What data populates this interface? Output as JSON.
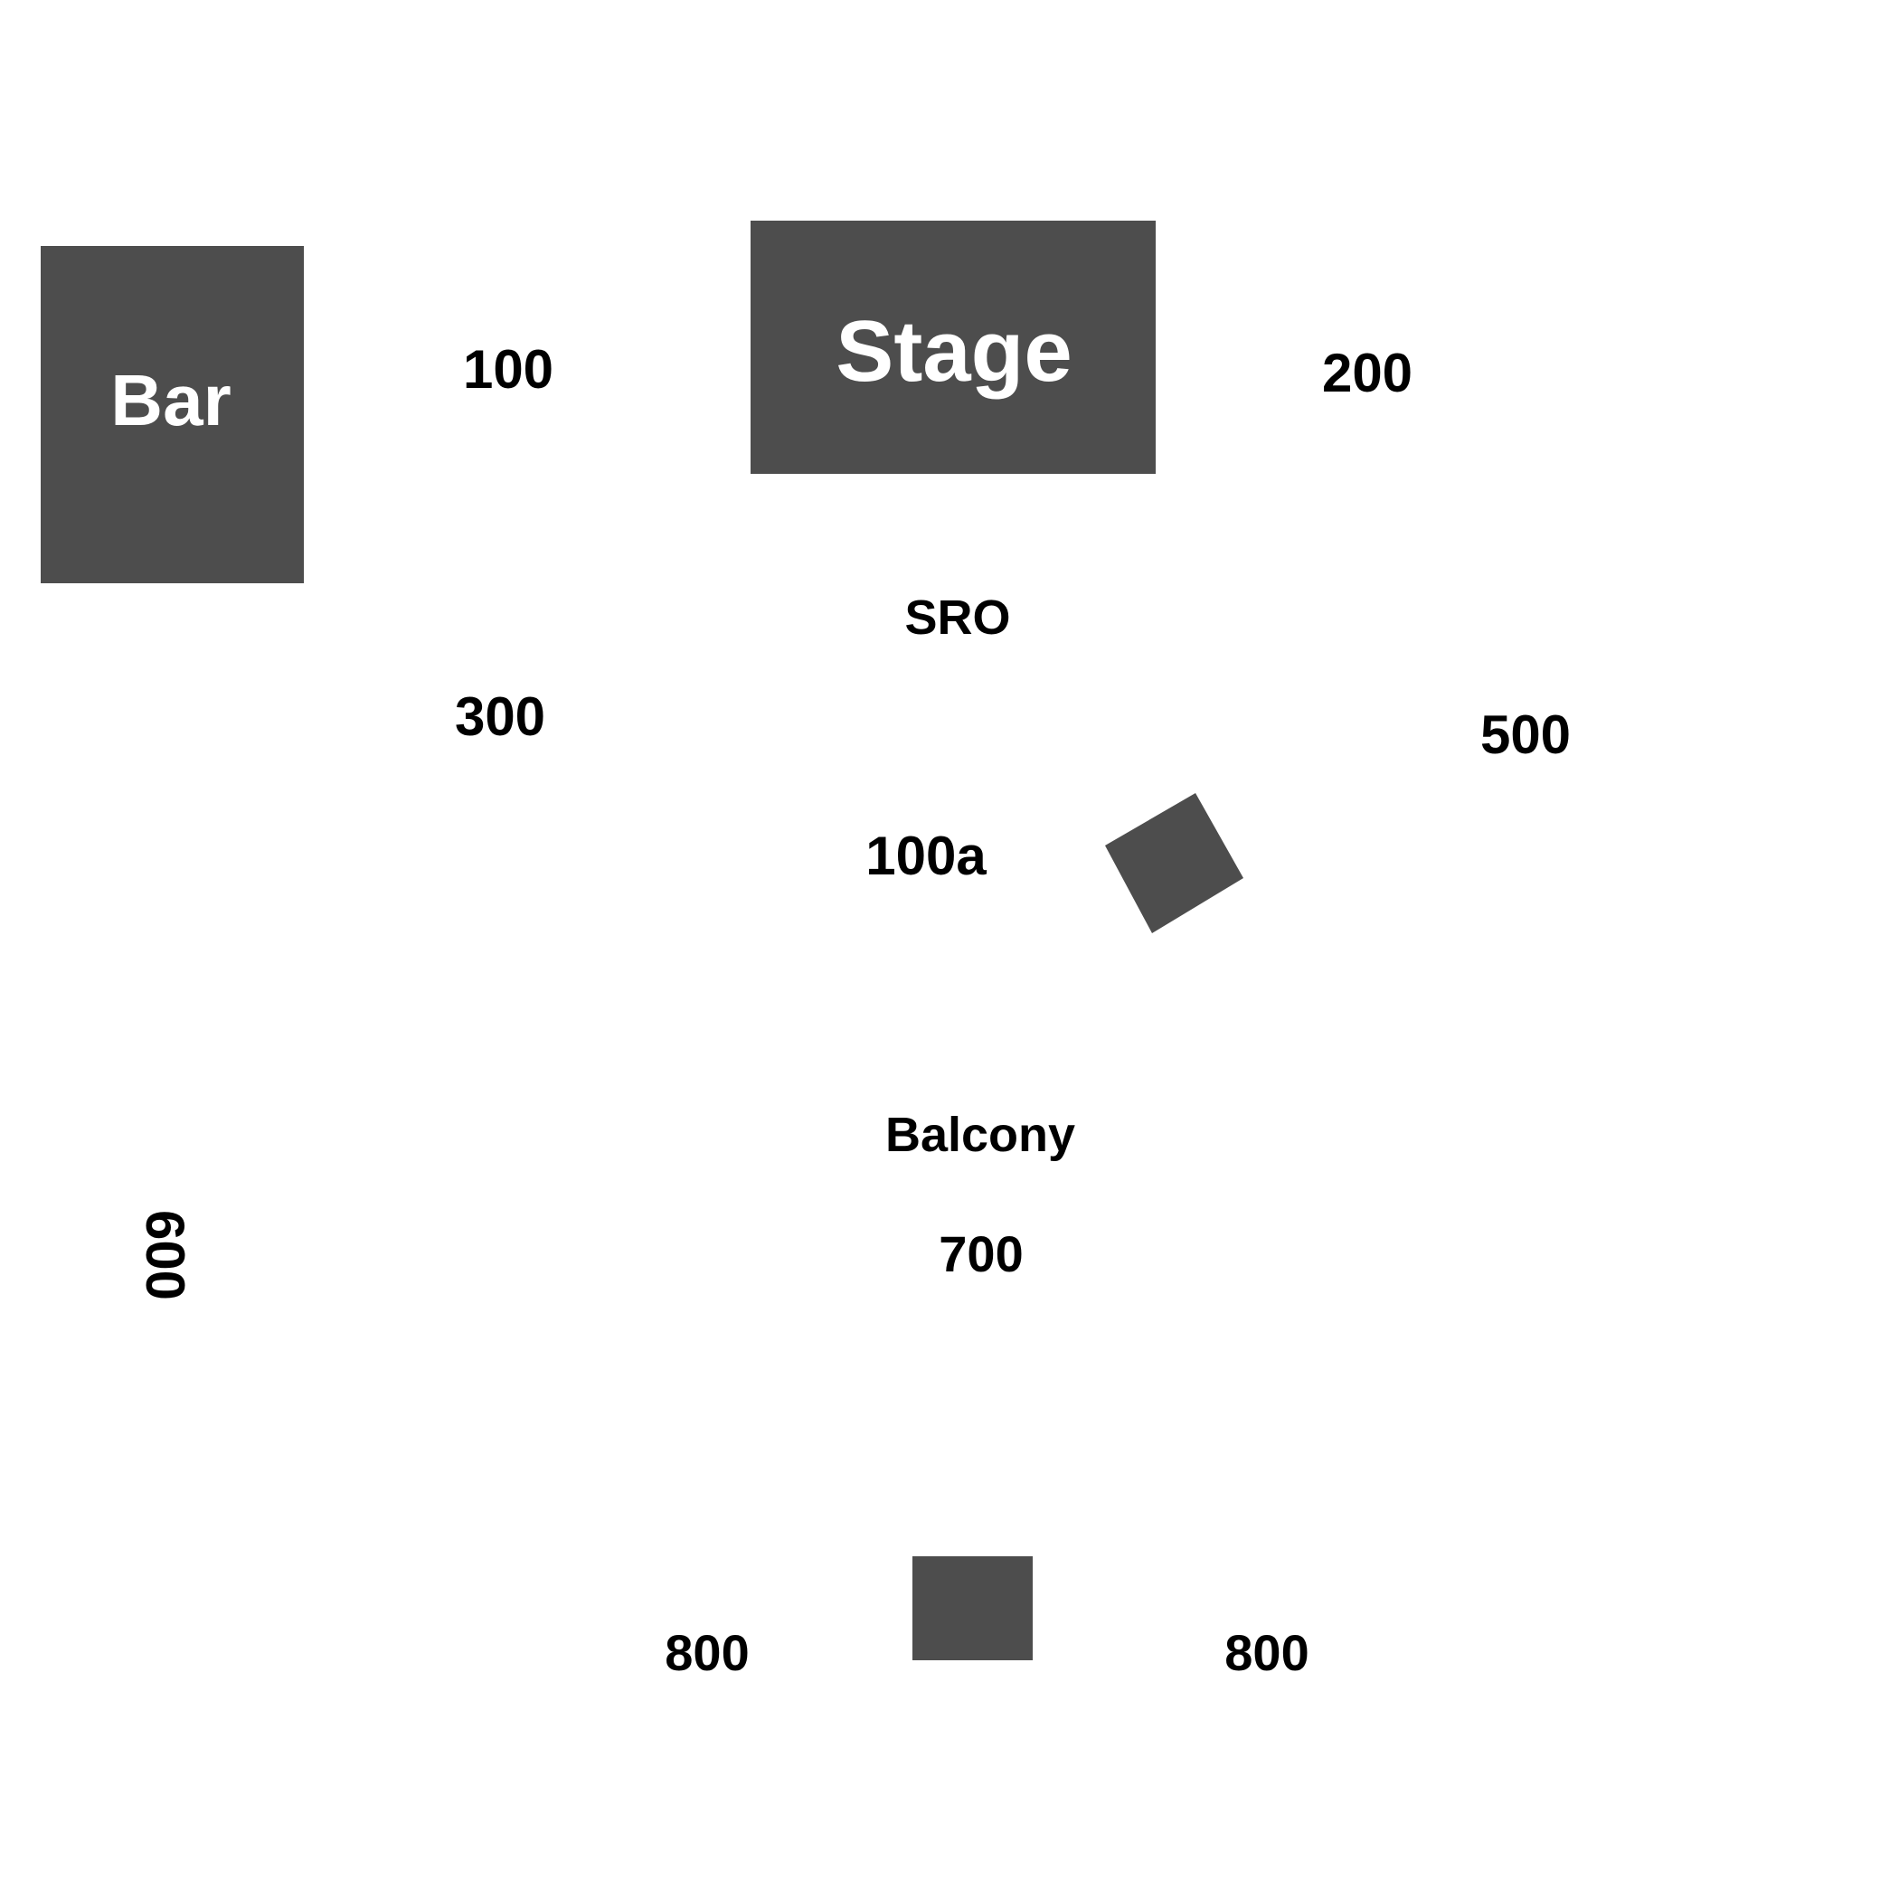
{
  "map": {
    "colors": {
      "block": "#4d4d4d",
      "block_text": "#ffffff",
      "section_text": "#000000",
      "background": "#ffffff"
    },
    "fixtures": {
      "bar": {
        "label": "Bar"
      },
      "stage": {
        "label": "Stage"
      }
    },
    "sections": {
      "s100": "100",
      "s200": "200",
      "sro": "SRO",
      "s300": "300",
      "s500": "500",
      "s100a": "100a",
      "balcony": "Balcony",
      "s600": "600",
      "s700": "700",
      "s800_left": "800",
      "s800_right": "800"
    }
  }
}
